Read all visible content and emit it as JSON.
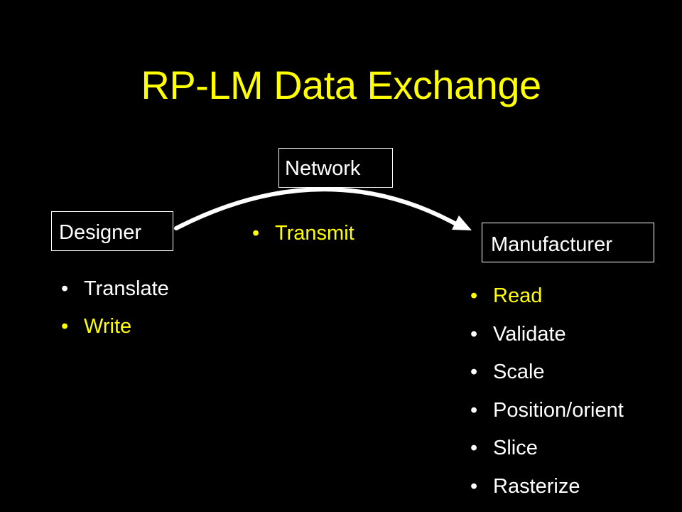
{
  "title": "RP-LM Data Exchange",
  "nodes": {
    "network": "Network",
    "designer": "Designer",
    "manufacturer": "Manufacturer"
  },
  "bullet_char": "•",
  "designer_steps": [
    {
      "label": "Translate",
      "color": "#ffffff"
    },
    {
      "label": "Write",
      "color": "#ffff00"
    }
  ],
  "network_steps": [
    {
      "label": "Transmit",
      "color": "#ffff00"
    }
  ],
  "manufacturer_steps": [
    {
      "label": "Read",
      "color": "#ffff00"
    },
    {
      "label": "Validate",
      "color": "#ffffff"
    },
    {
      "label": "Scale",
      "color": "#ffffff"
    },
    {
      "label": "Position/orient",
      "color": "#ffffff"
    },
    {
      "label": "Slice",
      "color": "#ffffff"
    },
    {
      "label": "Rasterize",
      "color": "#ffffff"
    }
  ],
  "colors": {
    "background": "#000000",
    "title": "#ffff00",
    "highlight": "#ffff00",
    "text": "#ffffff"
  }
}
